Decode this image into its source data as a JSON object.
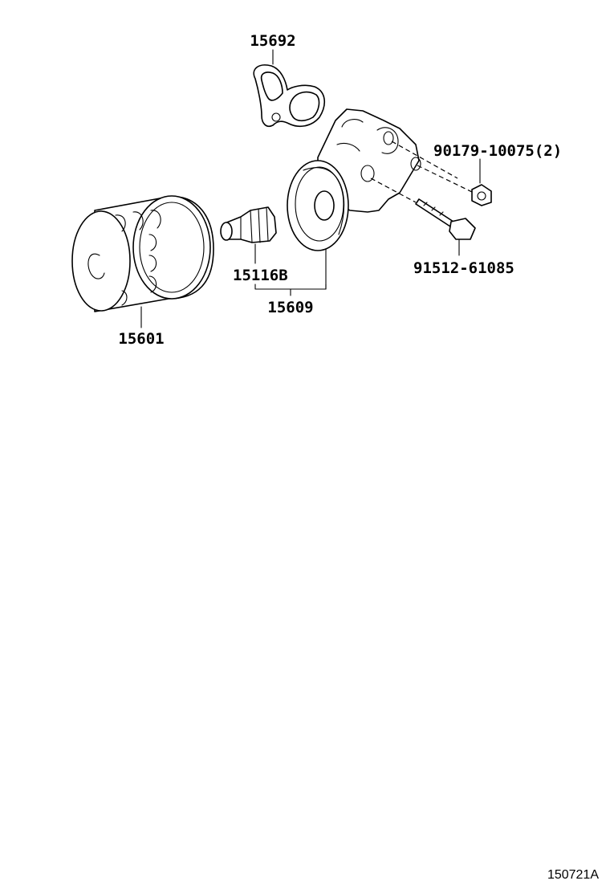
{
  "parts": {
    "gasket": "15692",
    "union_bolt": "90179-10075(2)",
    "flange_bolt": "91512-61085",
    "oil_filter": "15601",
    "bracket_sub_assy": "15609",
    "union": "15116B"
  },
  "reference_code": "150721A"
}
